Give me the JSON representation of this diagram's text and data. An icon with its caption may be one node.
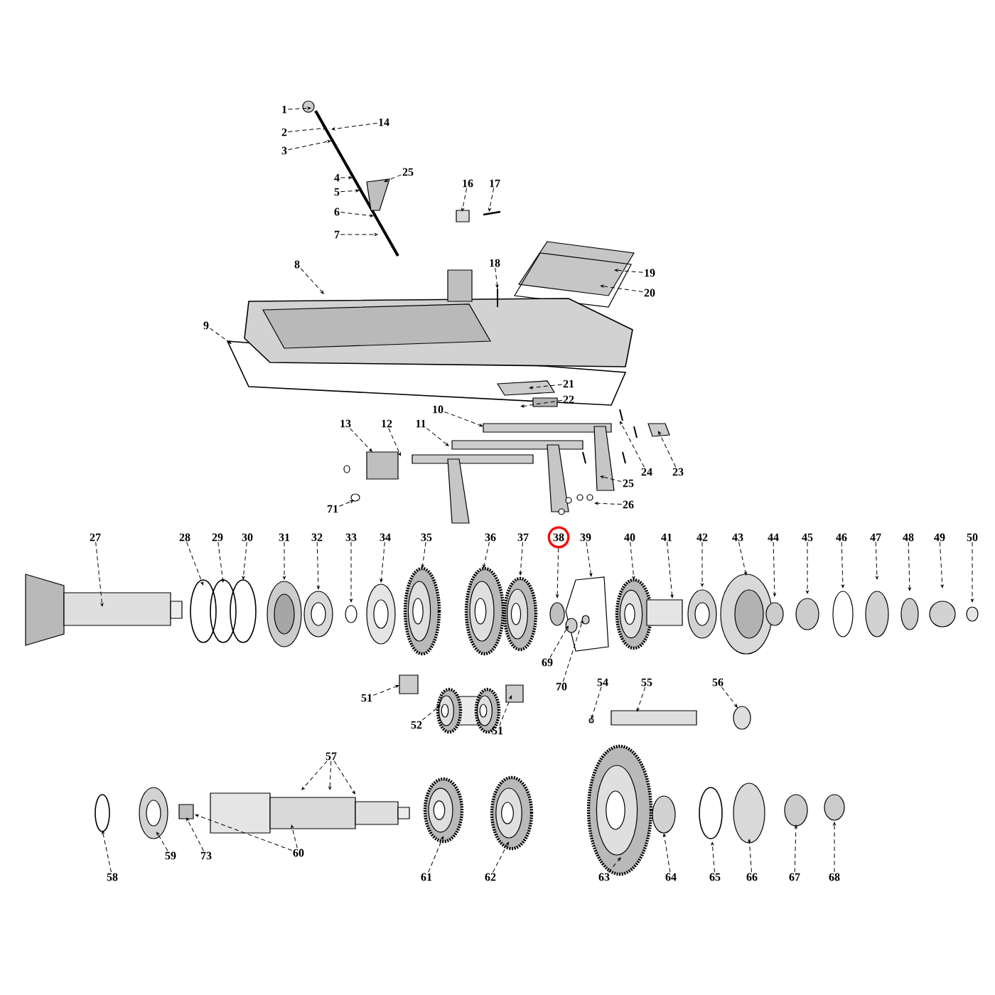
{
  "diagram": {
    "nodes": [
      {
        "text": [
          "1"
        ]
      },
      {
        "text": [
          "14"
        ]
      },
      {
        "text": [
          "2"
        ]
      },
      {
        "text": [
          "3"
        ]
      },
      {
        "text": [
          "4"
        ]
      },
      {
        "text": [
          "25"
        ]
      },
      {
        "text": [
          "5"
        ]
      },
      {
        "text": [
          "16"
        ]
      },
      {
        "text": [
          "17"
        ]
      },
      {
        "text": [
          "6"
        ]
      },
      {
        "text": [
          "7"
        ]
      },
      {
        "text": [
          "8"
        ]
      },
      {
        "text": [
          "18"
        ]
      },
      {
        "text": [
          "19"
        ]
      },
      {
        "text": [
          "20"
        ]
      },
      {
        "text": [
          "9"
        ]
      },
      {
        "text": [
          "21"
        ]
      },
      {
        "text": [
          "22"
        ]
      },
      {
        "text": [
          "10"
        ]
      },
      {
        "text": [
          "13"
        ]
      },
      {
        "text": [
          "12"
        ]
      },
      {
        "text": [
          "11"
        ]
      },
      {
        "text": [
          "24"
        ]
      },
      {
        "text": [
          "23"
        ]
      },
      {
        "text": [
          "25"
        ]
      },
      {
        "text": [
          "26"
        ]
      },
      {
        "text": [
          "71"
        ]
      },
      {
        "text": [
          "27"
        ]
      },
      {
        "text": [
          "28"
        ]
      },
      {
        "text": [
          "29"
        ]
      },
      {
        "text": [
          "30"
        ]
      },
      {
        "text": [
          "31"
        ]
      },
      {
        "text": [
          "32"
        ]
      },
      {
        "text": [
          "33"
        ]
      },
      {
        "text": [
          "34"
        ]
      },
      {
        "text": [
          "35"
        ]
      },
      {
        "text": [
          "36"
        ]
      },
      {
        "text": [
          "37"
        ]
      },
      {
        "text": [
          "38"
        ]
      },
      {
        "text": [
          "39"
        ]
      },
      {
        "text": [
          "40"
        ]
      },
      {
        "text": [
          "41"
        ]
      },
      {
        "text": [
          "42"
        ]
      },
      {
        "text": [
          "43"
        ]
      },
      {
        "text": [
          "44"
        ]
      },
      {
        "text": [
          "45"
        ]
      },
      {
        "text": [
          "46"
        ]
      },
      {
        "text": [
          "47"
        ]
      },
      {
        "text": [
          "48"
        ]
      },
      {
        "text": [
          "49"
        ]
      },
      {
        "text": [
          "50"
        ]
      },
      {
        "text": [
          "69"
        ]
      },
      {
        "text": [
          "70"
        ]
      },
      {
        "text": [
          "54"
        ]
      },
      {
        "text": [
          "55"
        ]
      },
      {
        "text": [
          "56"
        ]
      },
      {
        "text": [
          "51"
        ]
      },
      {
        "text": [
          "52"
        ]
      },
      {
        "text": [
          "51"
        ]
      },
      {
        "text": [
          "57"
        ]
      },
      {
        "text": [
          "60"
        ]
      },
      {
        "text": [
          "59"
        ]
      },
      {
        "text": [
          "73"
        ]
      },
      {
        "text": [
          "58"
        ]
      },
      {
        "text": [
          "61"
        ]
      },
      {
        "text": [
          "62"
        ]
      },
      {
        "text": [
          "63"
        ]
      },
      {
        "text": [
          "64"
        ]
      },
      {
        "text": [
          "65"
        ]
      },
      {
        "text": [
          "66"
        ]
      },
      {
        "text": [
          "67"
        ]
      },
      {
        "text": [
          "68"
        ]
      }
    ],
    "edges": [
      {
        "from": 0,
        "to": null,
        "arrow": "to"
      },
      {
        "from": 1,
        "to": null,
        "arrow": "to"
      },
      {
        "from": 2,
        "to": null,
        "arrow": "to"
      },
      {
        "from": 3,
        "to": null,
        "arrow": "to"
      },
      {
        "from": 4,
        "to": null,
        "arrow": "to"
      },
      {
        "from": 5,
        "to": null,
        "arrow": "to"
      },
      {
        "from": 6,
        "to": null,
        "arrow": "to"
      },
      {
        "from": 7,
        "to": null,
        "arrow": "to"
      },
      {
        "from": 8,
        "to": null,
        "arrow": "to"
      },
      {
        "from": 9,
        "to": null,
        "arrow": "to"
      },
      {
        "from": 10,
        "to": null,
        "arrow": "to"
      },
      {
        "from": 11,
        "to": null,
        "arrow": "to"
      },
      {
        "from": 12,
        "to": null,
        "arrow": "to"
      },
      {
        "from": 13,
        "to": null,
        "arrow": "to"
      },
      {
        "from": 14,
        "to": null,
        "arrow": "to"
      },
      {
        "from": 15,
        "to": null,
        "arrow": "to"
      },
      {
        "from": 16,
        "to": null,
        "arrow": "to"
      },
      {
        "from": 17,
        "to": null,
        "arrow": "to"
      },
      {
        "from": 18,
        "to": null,
        "arrow": "to"
      },
      {
        "from": 19,
        "to": null,
        "arrow": "to"
      },
      {
        "from": 20,
        "to": null,
        "arrow": "to"
      },
      {
        "from": 21,
        "to": null,
        "arrow": "to"
      },
      {
        "from": 22,
        "to": null,
        "arrow": "to"
      },
      {
        "from": 23,
        "to": null,
        "arrow": "to"
      },
      {
        "from": 24,
        "to": null,
        "arrow": "to"
      },
      {
        "from": 25,
        "to": null,
        "arrow": "to"
      },
      {
        "from": 26,
        "to": null,
        "arrow": "to"
      },
      {
        "from": 27,
        "to": null,
        "arrow": "to"
      },
      {
        "from": 28,
        "to": null,
        "arrow": "to"
      },
      {
        "from": 29,
        "to": null,
        "arrow": "to"
      },
      {
        "from": 30,
        "to": null,
        "arrow": "to"
      },
      {
        "from": 31,
        "to": null,
        "arrow": "to"
      },
      {
        "from": 32,
        "to": null,
        "arrow": "to"
      },
      {
        "from": 33,
        "to": null,
        "arrow": "to"
      },
      {
        "from": 34,
        "to": null,
        "arrow": "to"
      },
      {
        "from": 35,
        "to": null,
        "arrow": "to"
      },
      {
        "from": 36,
        "to": null,
        "arrow": "to"
      },
      {
        "from": 37,
        "to": null,
        "arrow": "to"
      },
      {
        "from": 38,
        "to": null,
        "arrow": "to"
      },
      {
        "from": 39,
        "to": null,
        "arrow": "to"
      },
      {
        "from": 40,
        "to": null,
        "arrow": "to"
      },
      {
        "from": 41,
        "to": null,
        "arrow": "to"
      },
      {
        "from": 42,
        "to": null,
        "arrow": "to"
      },
      {
        "from": 43,
        "to": null,
        "arrow": "to"
      },
      {
        "from": 44,
        "to": null,
        "arrow": "to"
      },
      {
        "from": 45,
        "to": null,
        "arrow": "to"
      },
      {
        "from": 46,
        "to": null,
        "arrow": "to"
      },
      {
        "from": 47,
        "to": null,
        "arrow": "to"
      },
      {
        "from": 48,
        "to": null,
        "arrow": "to"
      },
      {
        "from": 49,
        "to": null,
        "arrow": "to"
      },
      {
        "from": 50,
        "to": null,
        "arrow": "to"
      },
      {
        "from": 51,
        "to": null,
        "arrow": "to"
      },
      {
        "from": 52,
        "to": null,
        "arrow": "to"
      },
      {
        "from": 53,
        "to": null,
        "arrow": "to"
      },
      {
        "from": 54,
        "to": null,
        "arrow": "to"
      },
      {
        "from": 55,
        "to": null,
        "arrow": "to"
      },
      {
        "from": 56,
        "to": null,
        "arrow": "to"
      },
      {
        "from": 57,
        "to": null,
        "arrow": "to"
      },
      {
        "from": 58,
        "to": null,
        "arrow": "to"
      },
      {
        "from": 59,
        "to": null,
        "arrow": "to"
      },
      {
        "from": 59,
        "to": null,
        "arrow": "to"
      },
      {
        "from": 59,
        "to": null,
        "arrow": "to"
      },
      {
        "from": 60,
        "to": null,
        "arrow": "to"
      },
      {
        "from": 60,
        "to": null,
        "arrow": "to"
      },
      {
        "from": 61,
        "to": null,
        "arrow": "to"
      },
      {
        "from": 62,
        "to": null,
        "arrow": "to"
      },
      {
        "from": 63,
        "to": null,
        "arrow": "to"
      },
      {
        "from": 64,
        "to": null,
        "arrow": "to"
      },
      {
        "from": 65,
        "to": null,
        "arrow": "to"
      },
      {
        "from": 66,
        "to": null,
        "arrow": "to"
      },
      {
        "from": 67,
        "to": null,
        "arrow": "to"
      },
      {
        "from": 68,
        "to": null,
        "arrow": "to"
      },
      {
        "from": 69,
        "to": null,
        "arrow": "to"
      },
      {
        "from": 70,
        "to": null,
        "arrow": "to"
      },
      {
        "from": 71,
        "to": null,
        "arrow": "to"
      }
    ]
  }
}
